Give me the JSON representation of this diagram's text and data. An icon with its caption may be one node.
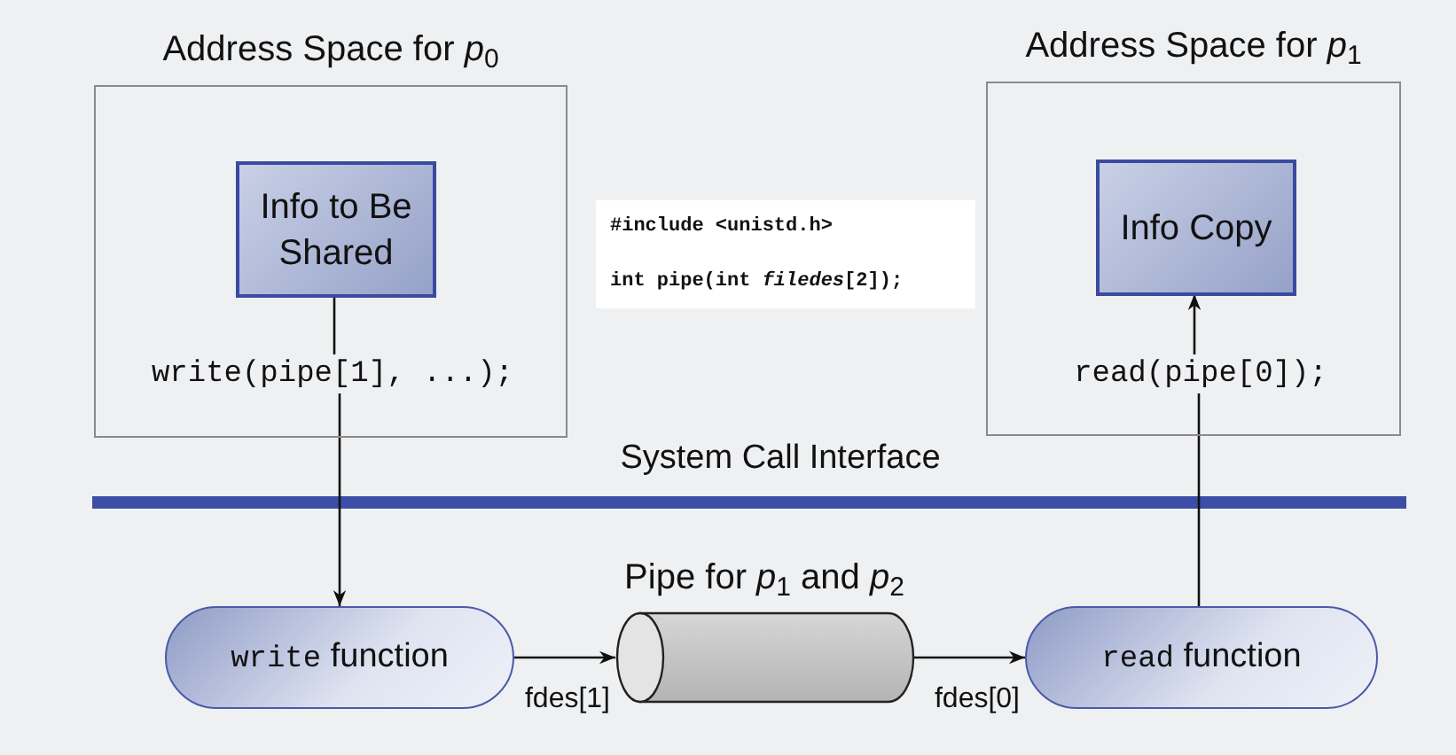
{
  "diagram": {
    "nodes": [
      {
        "text": [
          "Address Space for *p*$_{0}$"
        ]
      },
      {
        "text": [
          "Info to Be Shared"
        ],
        "in": 0
      },
      {
        "text": [
          "write(pipe[1], ...);"
        ],
        "in": 0
      },
      {
        "text": [
          "#include <unistd.h>",
          "int pipe(int *filedes*[2]);"
        ]
      },
      {
        "text": [
          "Address Space for *p*$_{1}$"
        ]
      },
      {
        "text": [
          "Info Copy"
        ],
        "in": 4
      },
      {
        "text": [
          "read(pipe[0]);"
        ],
        "in": 4
      },
      {
        "text": [
          "write function"
        ]
      },
      {
        "text": [
          "Pipe for *p*$_{1}$ and *p*$_{2}$"
        ]
      },
      {
        "text": [
          "read function"
        ]
      }
    ],
    "edges": [
      {
        "from": 1,
        "to": 2,
        "arrow": "none"
      },
      {
        "from": 2,
        "to": 7,
        "arrow": "to"
      },
      {
        "from": 7,
        "to": 8,
        "arrow": "to",
        "label": "fdes[1]"
      },
      {
        "from": 8,
        "to": 9,
        "arrow": "to",
        "label": "fdes[0]"
      },
      {
        "from": 9,
        "to": 6,
        "arrow": "none"
      },
      {
        "from": 6,
        "to": 5,
        "arrow": "to"
      }
    ],
    "labels": [
      "System Call Interface"
    ]
  }
}
